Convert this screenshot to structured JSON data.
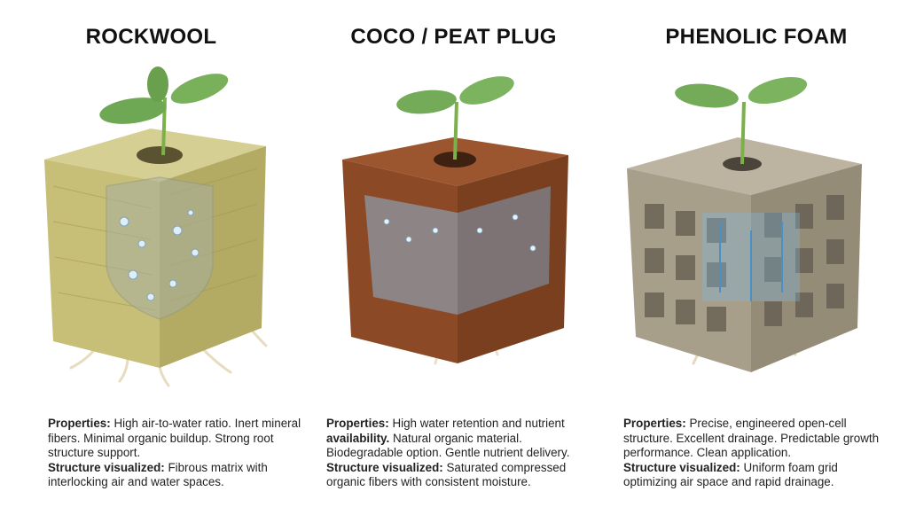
{
  "panels": [
    {
      "title": "ROCKWOOL",
      "properties_label": "Properties:",
      "properties_text": "High air-to-water ratio. Inert mineral fibers. Minimal organic buildup. Strong root structure support.",
      "structure_label": "Structure visualized:",
      "structure_text": "Fibrous matrix with interlocking air and water spaces.",
      "color": "#c9c17a"
    },
    {
      "title": "COCO / PEAT PLUG",
      "properties_label": "Properties:",
      "properties_text": "High water retention and nutrient",
      "bold_word": "availability.",
      "properties_text_2": "Natural organic material. Biodegradable option. Gentle nutrient delivery.",
      "structure_label": "Structure visualized:",
      "structure_text": "Saturated compressed organic fibers with consistent moisture.",
      "color": "#8a4a24"
    },
    {
      "title": "PHENOLIC FOAM",
      "properties_label": "Properties:",
      "properties_text": "Precise, engineered open-cell structure. Excellent drainage. Predictable growth performance. Clean application.",
      "structure_label": "Structure visualized:",
      "structure_text": "Uniform foam grid optimizing air space and rapid drainage.",
      "color": "#a59c89"
    }
  ]
}
